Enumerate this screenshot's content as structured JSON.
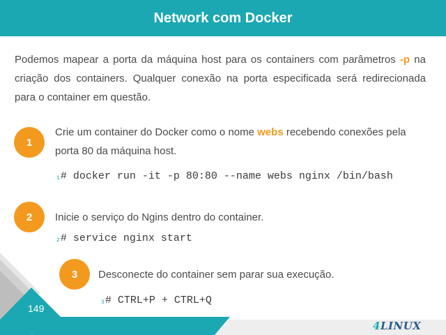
{
  "header": {
    "title": "Network com Docker"
  },
  "intro": {
    "text_before": "Podemos mapear a porta da máquina host para os containers com parâmetros ",
    "highlight": "-p",
    "text_after": " na criação dos containers. Qualquer conexão na porta especificada será redirecionada para o container em questão."
  },
  "steps": [
    {
      "number": "1",
      "text_before": "Crie um container do Docker como o nome ",
      "highlight": "webs",
      "text_after": " recebendo conexões pela porta 80 da máquina host.",
      "command_line": "1",
      "command": "# docker run -it -p 80:80 --name webs nginx /bin/bash"
    },
    {
      "number": "2",
      "text": "Inicie o serviço do Ngins dentro do container.",
      "command_line": "2",
      "command": "# service nginx start"
    },
    {
      "number": "3",
      "text": "Desconecte do container sem parar sua execução.",
      "command_line": "3",
      "command": "# CTRL+P + CTRL+Q"
    }
  ],
  "footer": {
    "page_number": "149",
    "logo_prefix": "4",
    "logo_text": "LINUX"
  },
  "colors": {
    "accent": "#1ba8b2",
    "highlight": "#f39a1e"
  }
}
